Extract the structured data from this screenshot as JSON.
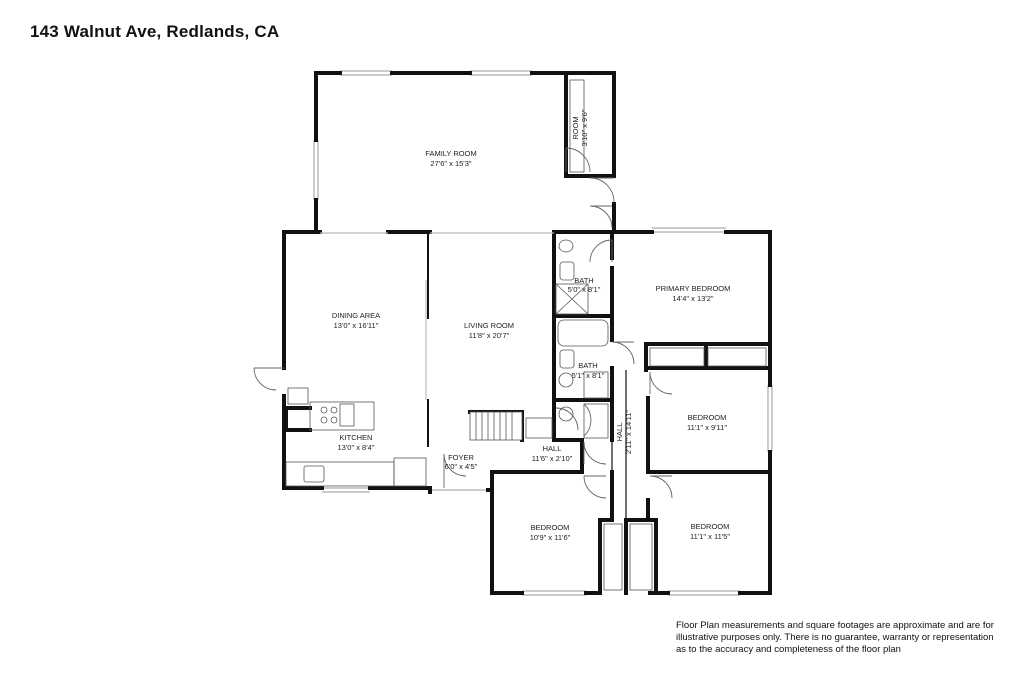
{
  "header": {
    "address": "143 Walnut Ave, Redlands, CA"
  },
  "rooms": {
    "family_room": {
      "name": "FAMILY ROOM",
      "dims": "27'6\" x 15'3\""
    },
    "room": {
      "name": "ROOM",
      "dims": "3'10\" x 9'6\""
    },
    "dining_area": {
      "name": "DINING AREA",
      "dims": "13'0\" x 16'11\""
    },
    "living_room": {
      "name": "LIVING ROOM",
      "dims": "11'8\" x 20'7\""
    },
    "bath_1": {
      "name": "BATH",
      "dims": "5'0\" x 8'1\""
    },
    "primary_bedroom": {
      "name": "PRIMARY BEDROOM",
      "dims": "14'4\" x 13'2\""
    },
    "bath_2": {
      "name": "BATH",
      "dims": "5'1\" x 8'1\""
    },
    "bedroom_right": {
      "name": "BEDROOM",
      "dims": "11'1\" x 9'11\""
    },
    "kitchen": {
      "name": "KITCHEN",
      "dims": "13'0\" x 8'4\""
    },
    "hall_horizontal": {
      "name": "HALL",
      "dims": "11'6\" x 2'10\""
    },
    "hall_vertical": {
      "name": "HALL",
      "dims": "2'11\" x 14'11\""
    },
    "foyer": {
      "name": "FOYER",
      "dims": "6'0\" x 4'5\""
    },
    "bedroom_bottom_left": {
      "name": "BEDROOM",
      "dims": "10'9\" x 11'6\""
    },
    "bedroom_bottom_right": {
      "name": "BEDROOM",
      "dims": "11'1\" x 11'5\""
    }
  },
  "disclaimer": {
    "line1": "Floor Plan measurements and square footages are approximate and are for",
    "line2": "illustrative purposes only. There is no guarantee, warranty or representation",
    "line3": "as to the accuracy and completeness of the floor plan"
  },
  "colors": {
    "wall": "#111111",
    "window": "#9a9a9a",
    "fixture": "#555555"
  }
}
